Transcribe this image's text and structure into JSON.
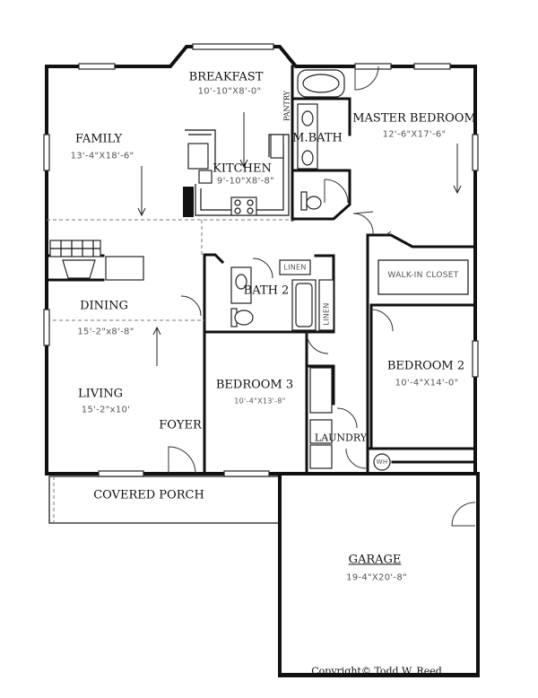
{
  "rooms": {
    "breakfast": {
      "name": "BREAKFAST",
      "size": "10'-10\"X8'-0\""
    },
    "family": {
      "name": "FAMILY",
      "size": "13'-4\"X18'-6\""
    },
    "kitchen": {
      "name": "KITCHEN",
      "size": "9'-10\"X8'-8\""
    },
    "pantry": {
      "name": "PANTRY"
    },
    "master_bath": {
      "name": "M.BATH"
    },
    "master_bedroom": {
      "name": "MASTER BEDROOM",
      "size": "12'-6\"X17'-6\""
    },
    "walk_in_closet": {
      "name": "WALK-IN CLOSET"
    },
    "linen_top": {
      "name": "LINEN"
    },
    "linen_side": {
      "name": "LINEN"
    },
    "bath2": {
      "name": "BATH 2"
    },
    "dining": {
      "name": "DINING",
      "size": "15'-2\"x8'-8\""
    },
    "living": {
      "name": "LIVING",
      "size": "15'-2\"x10'"
    },
    "foyer": {
      "name": "FOYER"
    },
    "bedroom3": {
      "name": "BEDROOM 3",
      "size": "10'-4\"X13'-8\""
    },
    "bedroom2": {
      "name": "BEDROOM 2",
      "size": "10'-4\"X14'-0\""
    },
    "laundry": {
      "name": "LAUNDRY"
    },
    "water_heater": {
      "name": "WH"
    },
    "covered_porch": {
      "name": "COVERED PORCH"
    },
    "garage": {
      "name": "GARAGE",
      "size": "19-4\"X20'-8\""
    }
  },
  "copyright": "Copyright© Todd W. Reed"
}
